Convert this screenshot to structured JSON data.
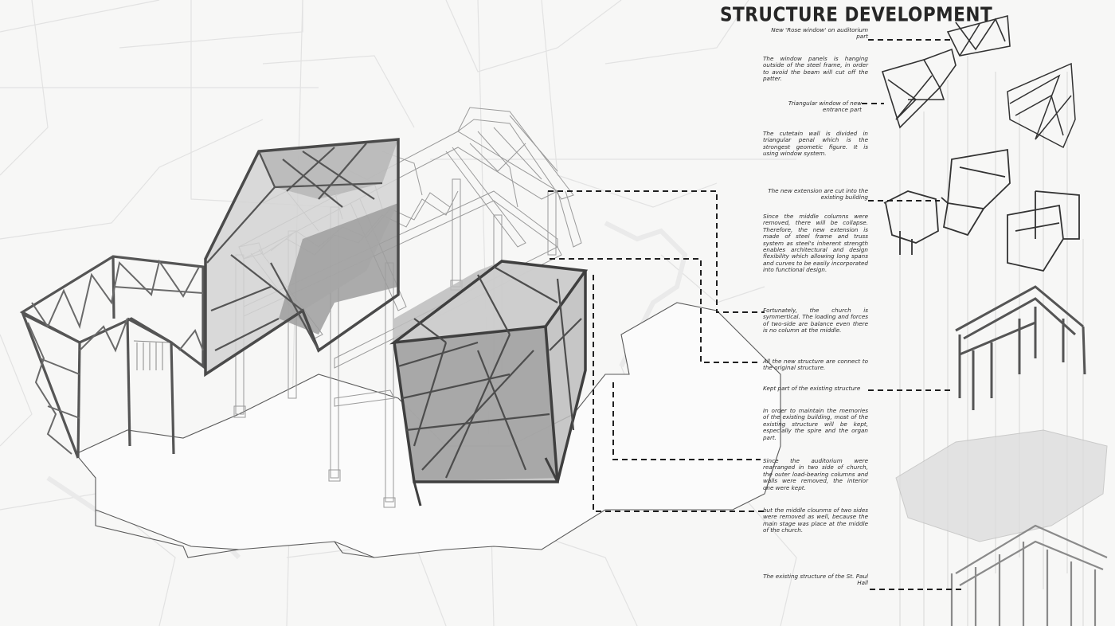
{
  "title": "STRUCTURE DEVELOPMENT",
  "annotations": {
    "rose_window": "New 'Rose window' on auditorium part",
    "window_panels": "The window panels is hanging outside of the steel frame, in order to avoid the beam will cut off the patter.",
    "triangular_window": "Triangular window of new entrance part",
    "curtain_wall": "The cutetain wall is divided in triangular penal which is the strongest geometic figure. It is using window system.",
    "new_extension": "The new extension are cut into the existing building",
    "middle_columns": "Since the middle columns were removed, there will be collapse. Therefore, the new extension is made of steel frame and truss system as steel's inherent strength enables architectural and design flexibility which allowing long spans and curves to be easily incorporated into functional design.",
    "symmetrical": "Fortunately, the church is symmertical. The loading and forces of two-side are balance even there is no column at the middle.",
    "connect": "All the new structure are connect to the original structure.",
    "kept_part": "Kept part of the existing structure",
    "memories": "In order to maintain the memories of the existing building, most of the existing structure will be kept, especially the spire and the organ part.",
    "auditorium": "Since the auditorium were rearranged in two side of church, the outer load-bearing columns and walls were removed, the interior one were kept.",
    "middle_removed": "but the middle clounms of two sides were removed as well, because the main stage was place at the middle of the church.",
    "existing_structure": "The existing structure of the St. Paul Hall"
  }
}
